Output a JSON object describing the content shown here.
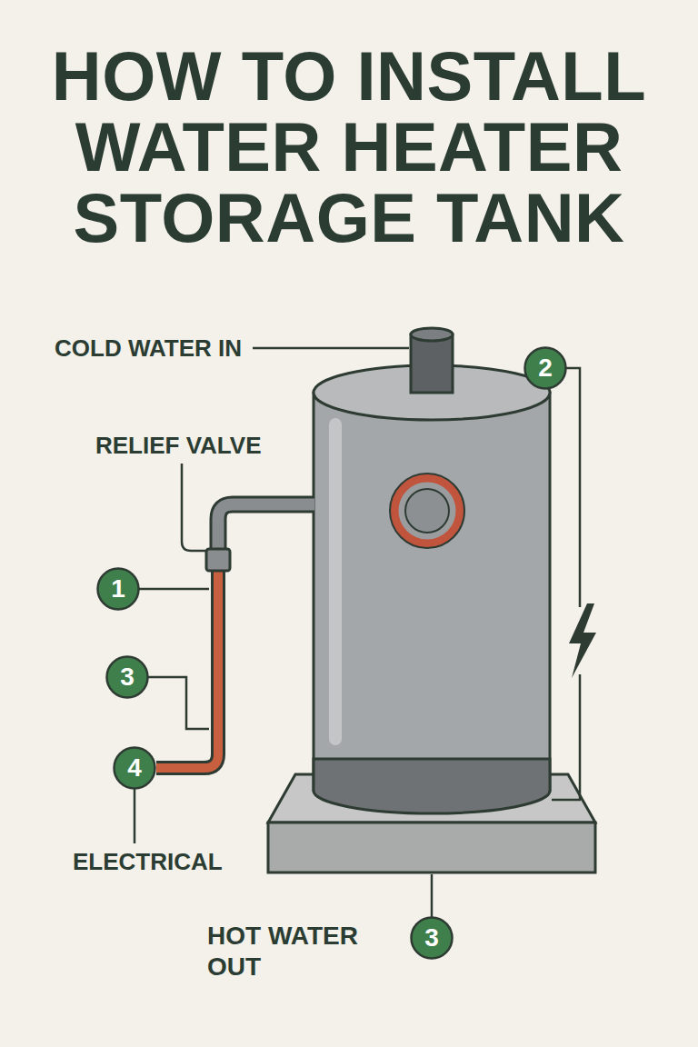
{
  "diagram": {
    "title": "HOW TO INSTALL WATER HEATER STORAGE TANK",
    "nodes": [
      {
        "text": [
          "2"
        ]
      },
      {
        "text": [
          "1"
        ]
      },
      {
        "text": [
          "3"
        ]
      },
      {
        "text": [
          "4"
        ]
      },
      {
        "text": [
          "3"
        ]
      }
    ],
    "labels": [
      "COLD WATER IN",
      "RELIEF VALVE",
      "ELECTRICAL",
      "HOT WATER OUT"
    ]
  }
}
